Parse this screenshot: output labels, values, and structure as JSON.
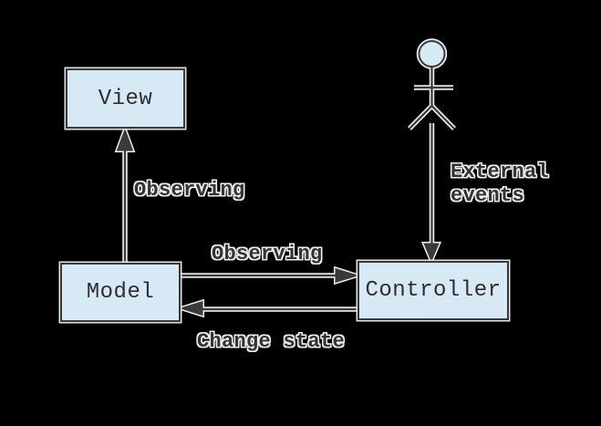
{
  "diagram": {
    "background_color": "#000000",
    "node_fill_color": "#d8e9f6",
    "stroke_color": "#3a3a3a",
    "halo_color": "#eeeeee",
    "text_color": "#2f2f2f",
    "icons": {
      "actor": "stick-figure"
    },
    "nodes": [
      {
        "id": "view",
        "label": "View"
      },
      {
        "id": "model",
        "label": "Model"
      },
      {
        "id": "controller",
        "label": "Controller"
      }
    ],
    "edges": [
      {
        "from": "model",
        "to": "view",
        "label": "Observing"
      },
      {
        "from": "model",
        "to": "controller",
        "label": "Observing"
      },
      {
        "from": "controller",
        "to": "model",
        "label": "Change state"
      },
      {
        "from": "actor",
        "to": "controller",
        "label": "External\nevents"
      }
    ]
  }
}
